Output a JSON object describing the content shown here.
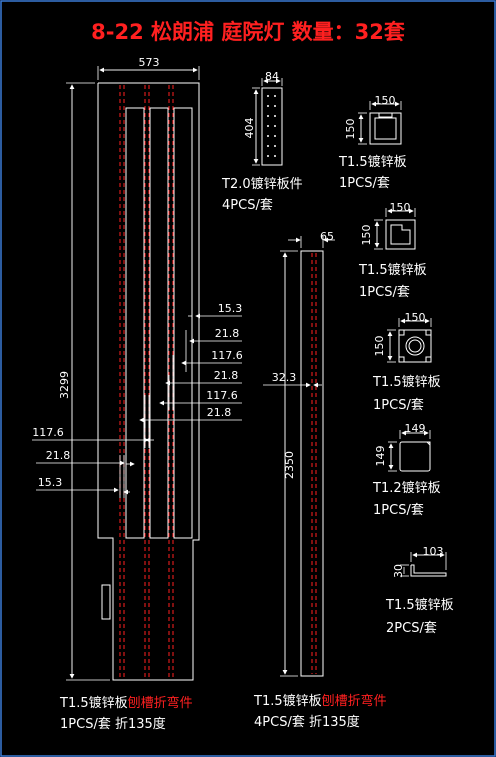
{
  "title": "8-22 松朗浦 庭院灯 数量：32套",
  "colors": {
    "background": "#000000",
    "lines": "#ffffff",
    "title": "#ff2020",
    "red_text": "#ff2020",
    "red_dashed": "#ff2020",
    "frame": "#3a7bd5"
  },
  "panel_main": {
    "dims": {
      "width": "573",
      "height": "3299",
      "cut1": "117.6",
      "cut2": "21.8",
      "cut3": "15.3",
      "r_a": "15.3",
      "r_b": "21.8",
      "r_c": "117.6",
      "r_d": "21.8",
      "r_e": "117.6",
      "r_f": "21.8"
    },
    "label_line1_a": "T1.5镀锌板",
    "label_line1_b": "刨槽折弯件",
    "label_line2": "1PCS/套 折135度"
  },
  "panel_side": {
    "dims": {
      "width": "65",
      "offset": "32.3",
      "height": "2350"
    },
    "label_line1_a": "T1.5镀锌板",
    "label_line1_b": "刨槽折弯件",
    "label_line2": "4PCS/套 折135度"
  },
  "part_plate": {
    "dims": {
      "width": "84",
      "height": "404"
    },
    "label_line1": "T2.0镀锌板件",
    "label_line2": "4PCS/套"
  },
  "part_a": {
    "dims": {
      "w": "150",
      "h": "150"
    },
    "label_line1": "T1.5镀锌板",
    "label_line2": "1PCS/套"
  },
  "part_b": {
    "dims": {
      "w": "150",
      "h": "150"
    },
    "label_line1": "T1.5镀锌板",
    "label_line2": "1PCS/套"
  },
  "part_c": {
    "dims": {
      "w": "150",
      "h": "150"
    },
    "label_line1": "T1.5镀锌板",
    "label_line2": "1PCS/套"
  },
  "part_d": {
    "dims": {
      "w": "149",
      "h": "149"
    },
    "label_line1": "T1.2镀锌板",
    "label_line2": "1PCS/套"
  },
  "part_e": {
    "dims": {
      "w": "103",
      "h": "30"
    },
    "label_line1": "T1.5镀锌板",
    "label_line2": "2PCS/套"
  }
}
